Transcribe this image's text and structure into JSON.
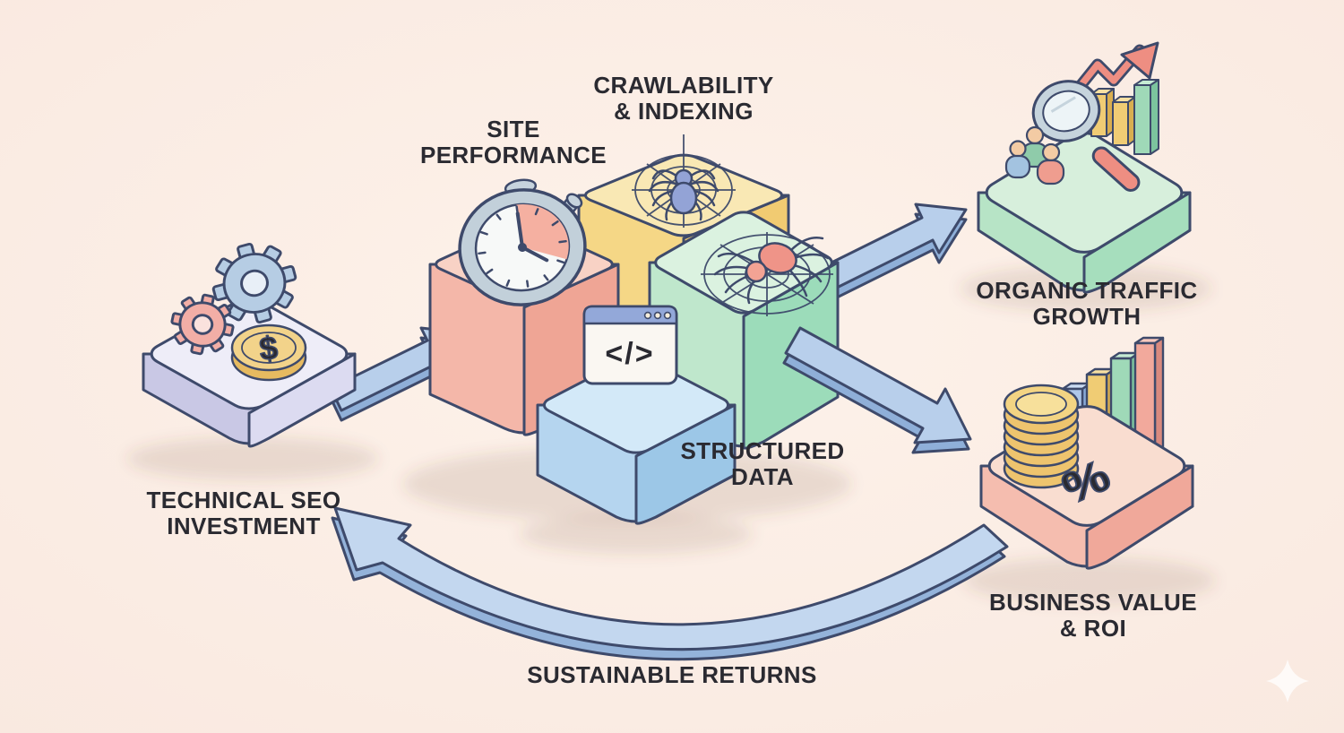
{
  "title": "Technical SEO investment cycle illustration",
  "background_color": "#fbeee6",
  "palette": {
    "outline": "#3e4a6b",
    "text": "#2a2a31",
    "arrow_top": "#b8cfeb",
    "arrow_side": "#90b0d9",
    "lavender_block": "#d9d8ef",
    "pink_block": "#f4b7a9",
    "yellow_block": "#f6d98c",
    "green_block": "#bfe7cc",
    "blue_block": "#b5d5ef",
    "green_platform": "#b7e4c6",
    "pink_platform": "#f5bdaf",
    "coin_gold": "#eec46e",
    "spider_blue": "#93a3d6",
    "spider_red": "#ef9488"
  },
  "nodes": {
    "investment": {
      "line1": "TECHNICAL SEO",
      "line2": "INVESTMENT"
    },
    "site_performance": {
      "line1": "SITE",
      "line2": "PERFORMANCE"
    },
    "crawlability": {
      "line1": "CRAWLABILITY",
      "line2": "& INDEXING"
    },
    "structured_data": {
      "line1": "STRUCTURED",
      "line2": "DATA"
    },
    "organic_traffic": {
      "line1": "ORGANIC TRAFFIC",
      "line2": "GROWTH"
    },
    "business_value": {
      "line1": "BUSINESS VALUE",
      "line2": "& ROI"
    },
    "sustainable_returns": {
      "label": "SUSTAINABLE RETURNS"
    }
  },
  "glyphs": {
    "dollar": "$",
    "percent": "%",
    "code": "</>"
  }
}
